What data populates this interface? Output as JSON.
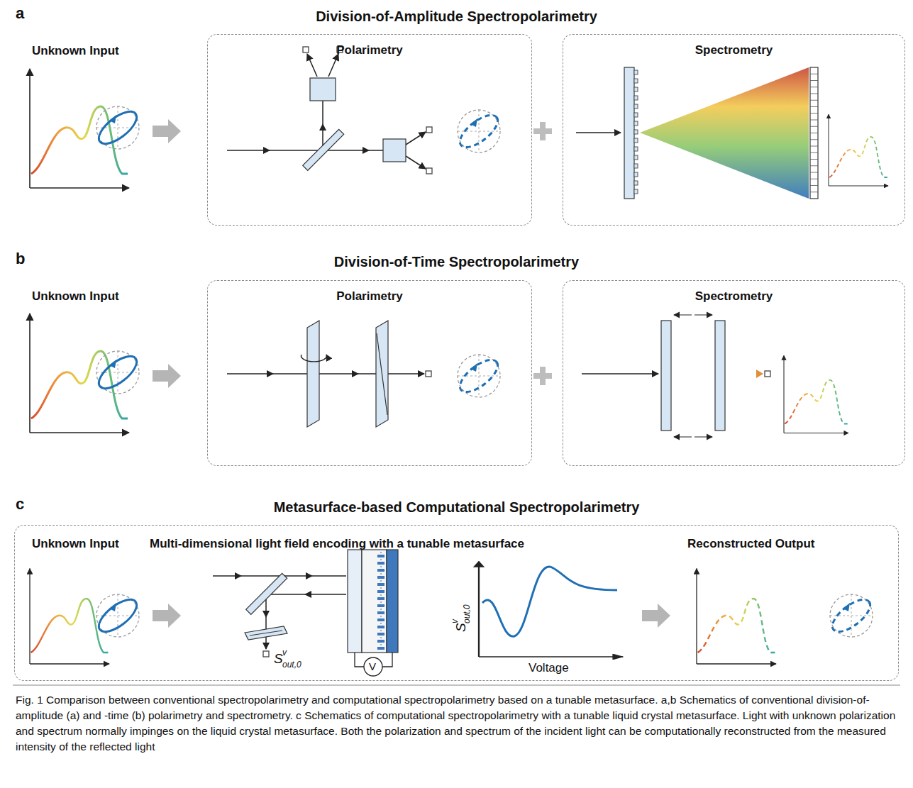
{
  "diagram": {
    "caption": "Fig. 1 Comparison between conventional spectropolarimetry and computational spectropolarimetry based on a tunable metasurface. a,b Schematics of conventional division-of-amplitude (a) and -time (b) polarimetry and spectrometry. c Schematics of computational spectropolarimetry with a tunable liquid crystal metasurface. Light with unknown polarization and spectrum normally impinges on the liquid crystal metasurface. Both the polarization and spectrum of the incident light can be computationally reconstructed from the measured intensity of the reflected light",
    "nodes": [
      {
        "text": [
          "Polarimetry"
        ]
      },
      {
        "text": [
          "Spectrometry"
        ]
      },
      {
        "text": [
          "Polarimetry"
        ]
      },
      {
        "text": [
          "Spectrometry"
        ]
      },
      {
        "text": [
          "Unknown Input",
          "Multi-dimensional light field encoding with a tunable metasurface",
          "Reconstructed Output"
        ]
      }
    ],
    "labels": [
      "a",
      "Division-of-Amplitude Spectropolarimetry",
      "Unknown Input",
      "b",
      "Division-of-Time Spectropolarimetry",
      "Unknown Input",
      "c",
      "Metasurface-based Computational Spectropolarimetry",
      "S",
      "v",
      "out,0",
      "V",
      "S",
      "v",
      "out,0",
      "Voltage"
    ]
  }
}
